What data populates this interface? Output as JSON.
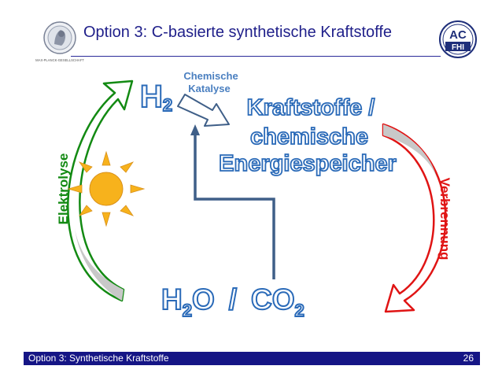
{
  "header": {
    "title": "Option 3: C-basierte synthetische Kraftstoffe",
    "left_logo_caption": "MAX-PLANCK-GESELLSCHAFT",
    "right_logo_top": "AC",
    "right_logo_bottom": "FHI"
  },
  "diagram": {
    "h2_main": "H",
    "h2_sub": "2",
    "catalysis_line1": "Chemische",
    "catalysis_line2": "Katalyse",
    "fuels_line1": "Kraftstoffe /",
    "fuels_line2": "chemische",
    "fuels_line3": "Energiespeicher",
    "electrolysis": "Elektrolyse",
    "combustion": "Verbrennung",
    "bottom_h": "H",
    "bottom_h_sub": "2",
    "bottom_o": "O",
    "bottom_slash": "/",
    "bottom_co": "CO",
    "bottom_co_sub": "2",
    "colors": {
      "outline_blue": "#2a6ab8",
      "arrow_green": "#138a13",
      "arrow_red": "#e01414",
      "sun": "#f7b21c",
      "path_blue": "#3f5f88"
    }
  },
  "footer": {
    "left": "Option 3: Synthetische Kraftstoffe",
    "page": "26"
  }
}
